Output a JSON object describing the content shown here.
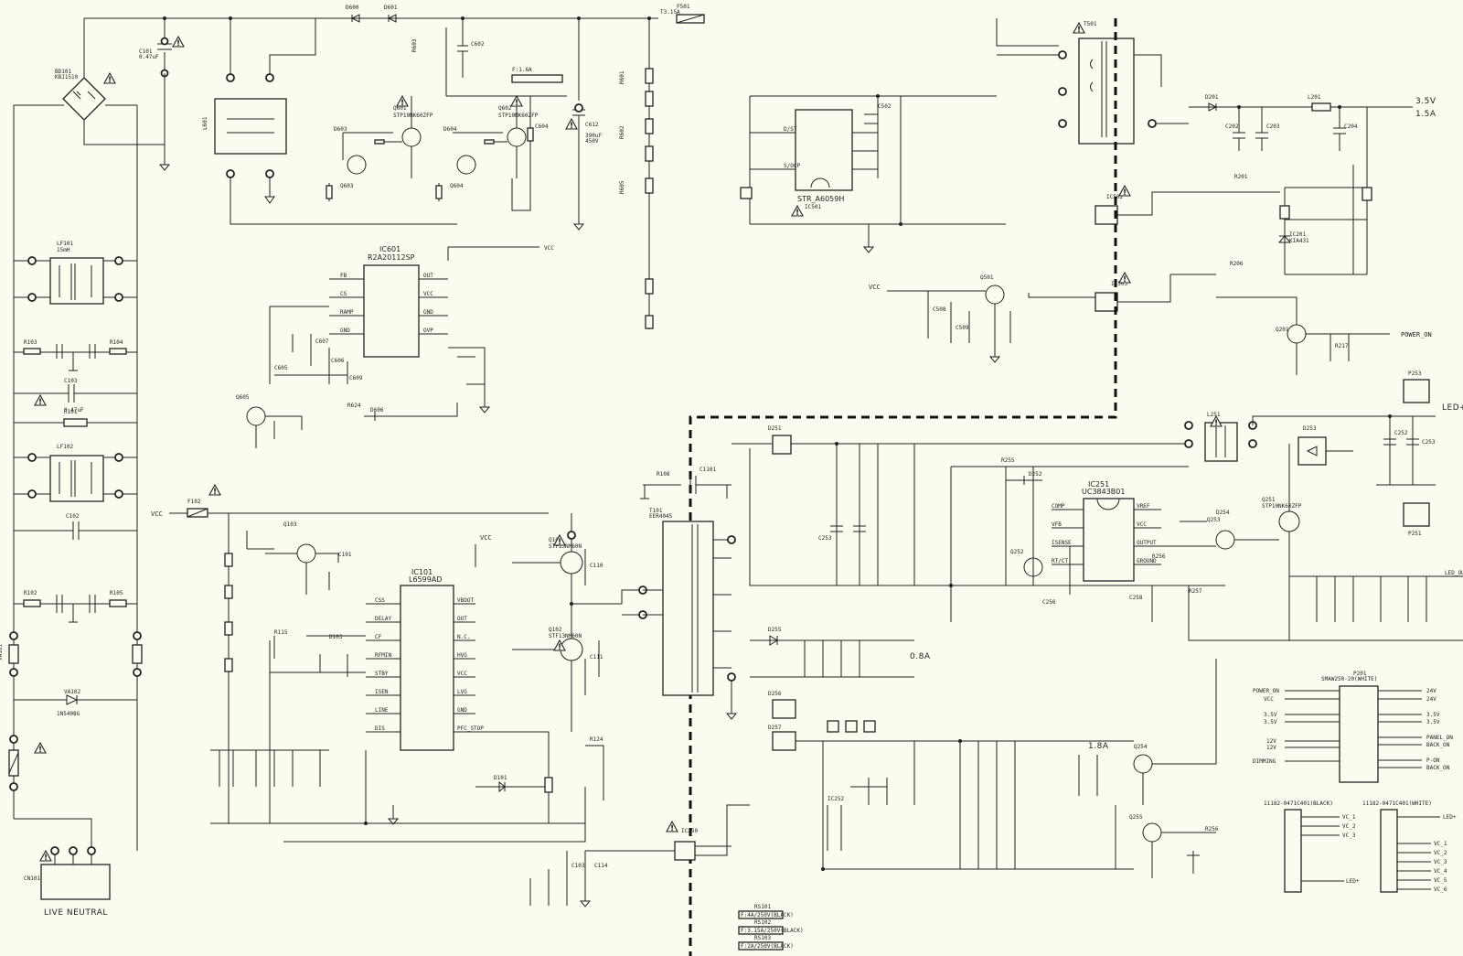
{
  "ics": [
    {
      "ref": "IC601",
      "part": "R2A20112SP"
    },
    {
      "ref": "IC101",
      "part": "L6599AD"
    },
    {
      "ref": "IC251",
      "part": "UC3843B01"
    },
    {
      "ref": "IC501",
      "part": "STR_A6059H"
    }
  ],
  "transistors": {
    "q601_part": "STP10NK60ZFP",
    "q602_part": "STP10NK60ZFP",
    "q101_part": "STF13NM60N",
    "q102_part": "STF13NM60N",
    "q251_part": "STP10NK60ZFP"
  },
  "connectors": {
    "cn101_title": "LIVE NEUTRAL",
    "p201_title": "SMAW250-20(WHITE)",
    "p251_title": "11182-0471C401(BLACK)",
    "p252_title": "11182-0471C401(WHITE)"
  },
  "power_labels": {
    "v35": "3.5V",
    "a15": "1.5A",
    "v08": "0.8A",
    "a18": "1.8A",
    "led_plus": "LED+",
    "vcc": "VCC",
    "power_on": "POWER_ON"
  },
  "p201_left": [
    "POWER_ON",
    "VCC",
    "3.5V",
    "3.5V",
    "12V",
    "12V",
    "DIMMING"
  ],
  "p201_right": [
    "24V",
    "24V",
    "3.5V",
    "3.5V",
    "PANEL_ON",
    "BACK_ON",
    "P-ON",
    "BACK_ON"
  ],
  "p251_pins": [
    "VC_1",
    "VC_2",
    "VC_3",
    "LED+"
  ],
  "p252_pins": [
    "LED+",
    "VC_1",
    "VC_2",
    "VC_3",
    "VC_4",
    "VC_5",
    "VC_6"
  ],
  "legend_items": [
    "F:4A/250V(BLACK)",
    "F:3.15A/250V(BLACK)",
    "F:2A/250V(BLACK)"
  ]
}
